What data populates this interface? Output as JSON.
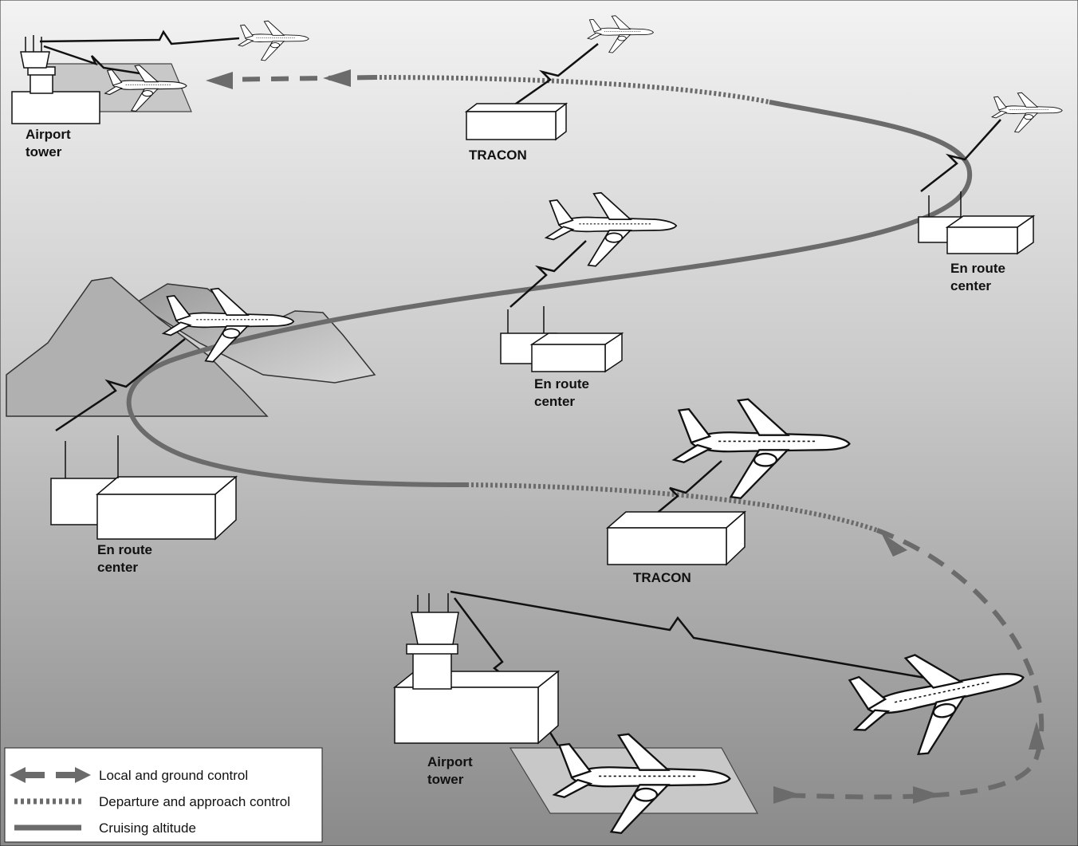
{
  "labels": {
    "airport_tower_top": [
      "Airport",
      "tower"
    ],
    "tracon_top": "TRACON",
    "en_route_right": [
      "En route",
      "center"
    ],
    "en_route_middle": [
      "En route",
      "center"
    ],
    "en_route_left": [
      "En route",
      "center"
    ],
    "tracon_bottom": "TRACON",
    "airport_tower_bottom": [
      "Airport",
      "tower"
    ]
  },
  "legend": {
    "local_ground": "Local and ground control",
    "departure_approach": "Departure and approach control",
    "cruising": "Cruising altitude"
  },
  "colors": {
    "route": "#6b6b6b",
    "background_top": "#f2f2f2",
    "background_bottom": "#8a8a8a",
    "radio_link": "#111111"
  }
}
